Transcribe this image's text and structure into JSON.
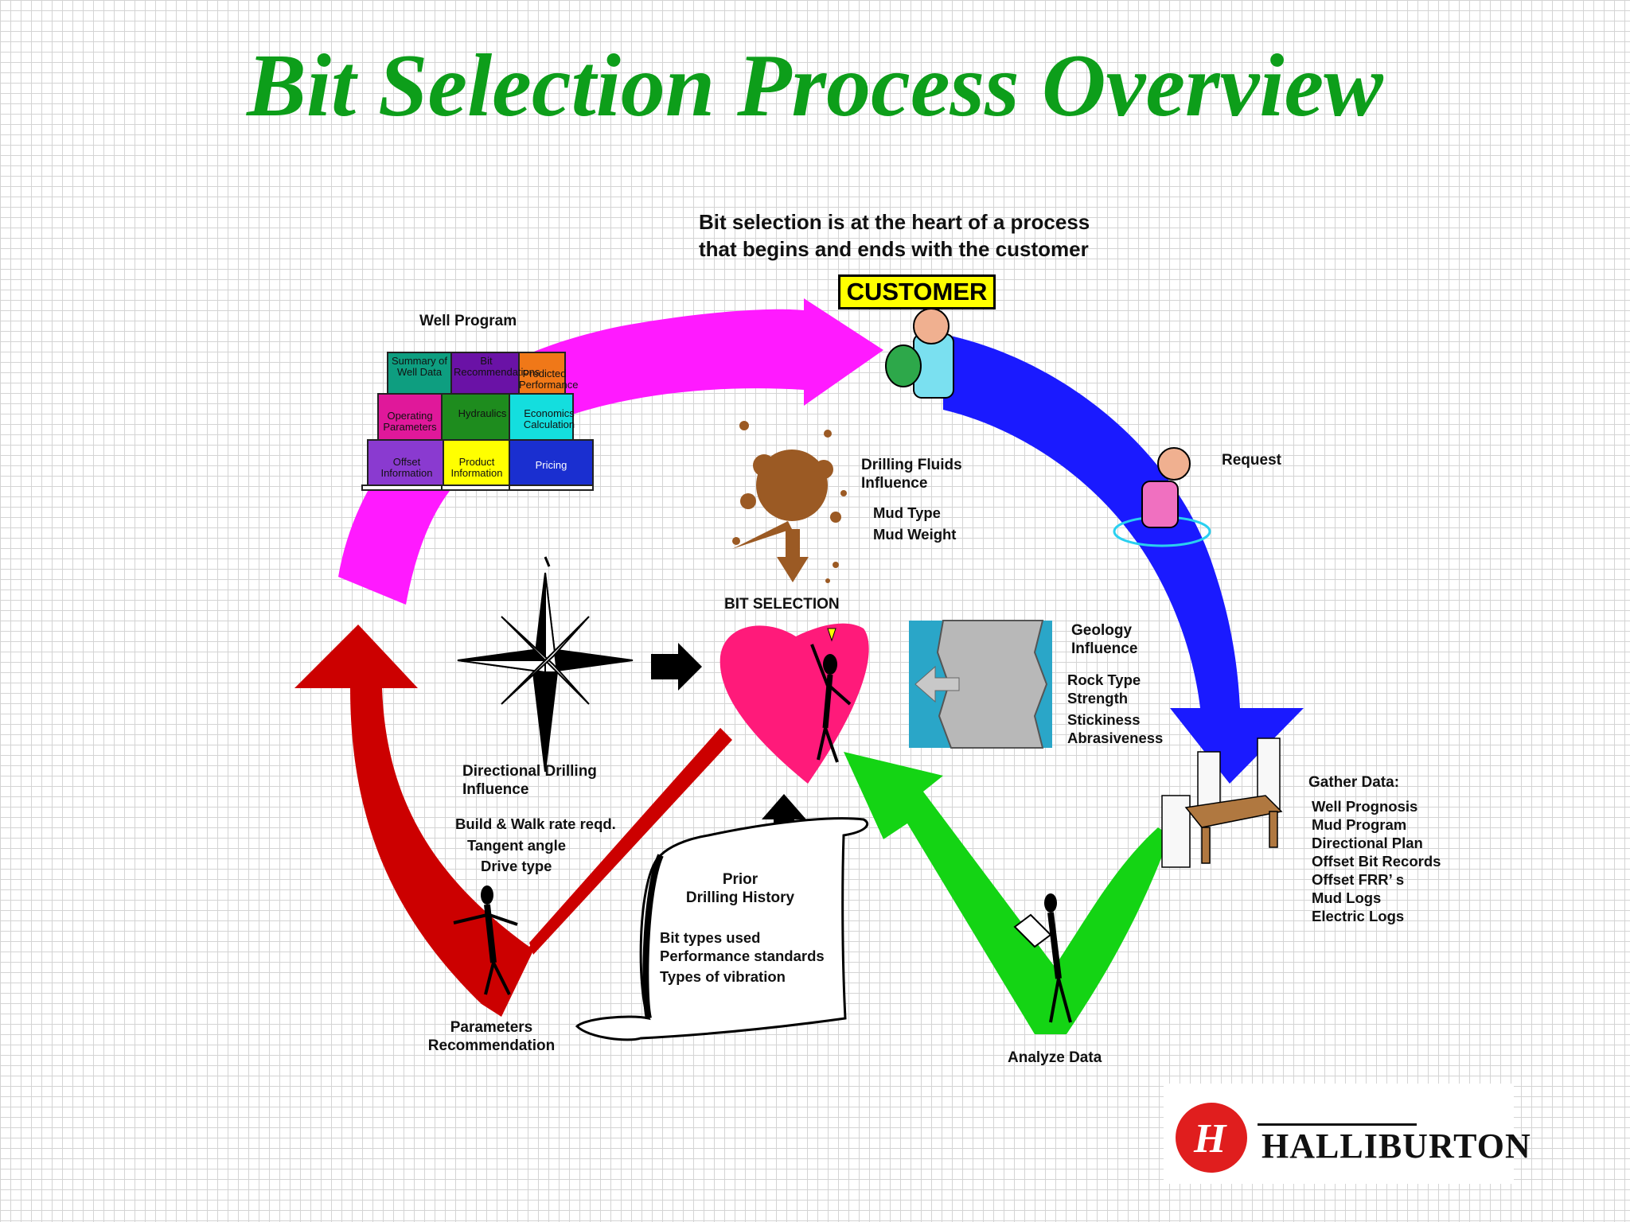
{
  "title": "Bit Selection Process Overview",
  "subtitle": {
    "line1": "Bit selection is at the heart of a process",
    "line2": "that begins and ends with the customer"
  },
  "customer": "CUSTOMER",
  "request": "Request",
  "well_program": {
    "title": "Well Program",
    "pieces": [
      {
        "label": "Summary of Well Data",
        "color": "#0e9e80"
      },
      {
        "label": "Bit Recommendations",
        "color": "#6a12a6"
      },
      {
        "label": "Predicted Performance",
        "color": "#f07818"
      },
      {
        "label": "Operating Parameters",
        "color": "#e0189a"
      },
      {
        "label": "Hydraulics",
        "color": "#1e8c1e"
      },
      {
        "label": "Economics Calculation",
        "color": "#14dede"
      },
      {
        "label": "Offset Information",
        "color": "#8a3ad0"
      },
      {
        "label": "Product Information",
        "color": "#ffff00"
      },
      {
        "label": "Pricing",
        "color": "#1a2fd0"
      }
    ]
  },
  "drilling_fluids": {
    "title_line1": "Drilling Fluids",
    "title_line2": "Influence",
    "items": [
      "Mud Type",
      "Mud Weight"
    ]
  },
  "bit_selection": "BIT SELECTION",
  "geology": {
    "title_line1": "Geology",
    "title_line2": "Influence",
    "items": [
      "Rock Type",
      "Strength",
      "Stickiness",
      "Abrasiveness"
    ]
  },
  "directional": {
    "title_line1": "Directional Drilling",
    "title_line2": "Influence",
    "items": [
      "Build & Walk rate reqd.",
      "Tangent angle",
      "Drive type"
    ]
  },
  "prior_history": {
    "title_line1": "Prior",
    "title_line2": "Drilling History",
    "items": [
      "Bit types used",
      "Performance standards",
      "Types of vibration"
    ]
  },
  "gather_data": {
    "title": "Gather Data:",
    "items": [
      "Well Prognosis",
      "Mud Program",
      "Directional Plan",
      "Offset Bit Records",
      "Offset FRR’ s",
      "Mud Logs",
      "Electric Logs"
    ]
  },
  "analyze_data": "Analyze Data",
  "parameters": {
    "line1": "Parameters",
    "line2": "Recommendation"
  },
  "logo": {
    "mark": "H",
    "name": "HALLIBURTON"
  },
  "colors": {
    "title_green": "#0d9e1a",
    "arrow_magenta": "#ff1aff",
    "arrow_blue": "#1a1aff",
    "arrow_green": "#14d414",
    "arrow_red": "#cc0000",
    "heart_pink": "#ff1a7a",
    "mud_brown": "#9b5a24",
    "customer_yellow": "#ffff00",
    "logo_red": "#e01e1e"
  },
  "icons": [
    "compass-rose-icon",
    "mud-splat-icon",
    "rock-section-icon",
    "heart-icon",
    "customer-figure-icon",
    "paper-stack-desk-icon",
    "stick-figure-icon",
    "scroll-icon"
  ]
}
